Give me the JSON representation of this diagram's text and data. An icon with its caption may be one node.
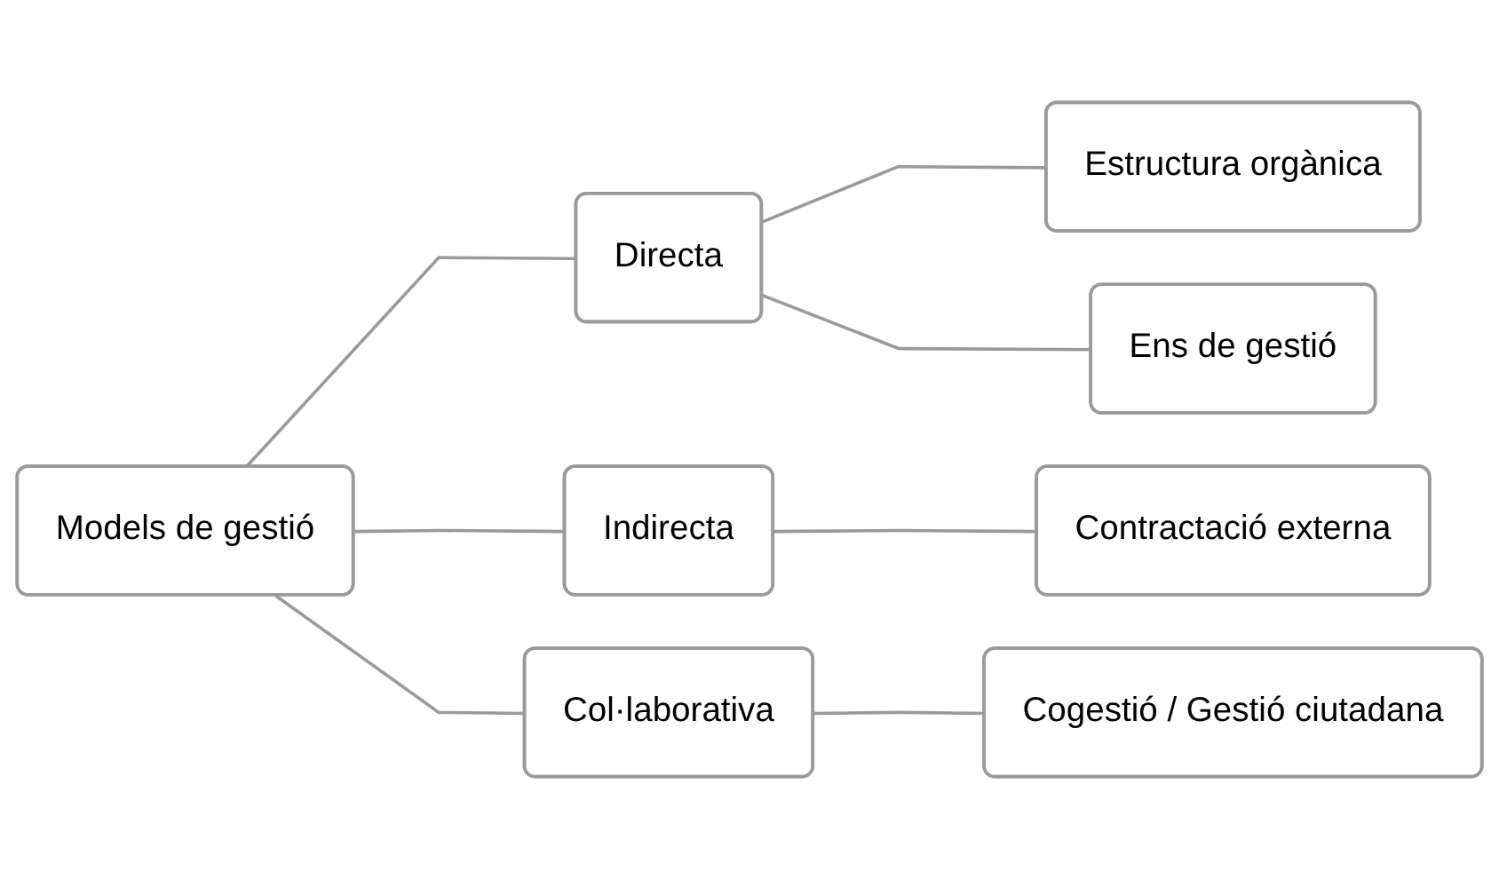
{
  "diagram": {
    "nodes": [
      {
        "text": [
          "Models de gestió"
        ]
      },
      {
        "text": [
          "Directa"
        ]
      },
      {
        "text": [
          "Estructura orgànica"
        ]
      },
      {
        "text": [
          "Ens de gestió"
        ]
      },
      {
        "text": [
          "Indirecta"
        ]
      },
      {
        "text": [
          "Contractació externa"
        ]
      },
      {
        "text": [
          "Col·laborativa"
        ]
      },
      {
        "text": [
          "Cogestió / Gestió ciutadana"
        ]
      }
    ],
    "edges": [
      {
        "from": 0,
        "to": 1,
        "arrow": "none"
      },
      {
        "from": 0,
        "to": 4,
        "arrow": "none"
      },
      {
        "from": 0,
        "to": 6,
        "arrow": "none"
      },
      {
        "from": 1,
        "to": 2,
        "arrow": "none"
      },
      {
        "from": 1,
        "to": 3,
        "arrow": "none"
      },
      {
        "from": 4,
        "to": 5,
        "arrow": "none"
      },
      {
        "from": 6,
        "to": 7,
        "arrow": "none"
      }
    ]
  }
}
